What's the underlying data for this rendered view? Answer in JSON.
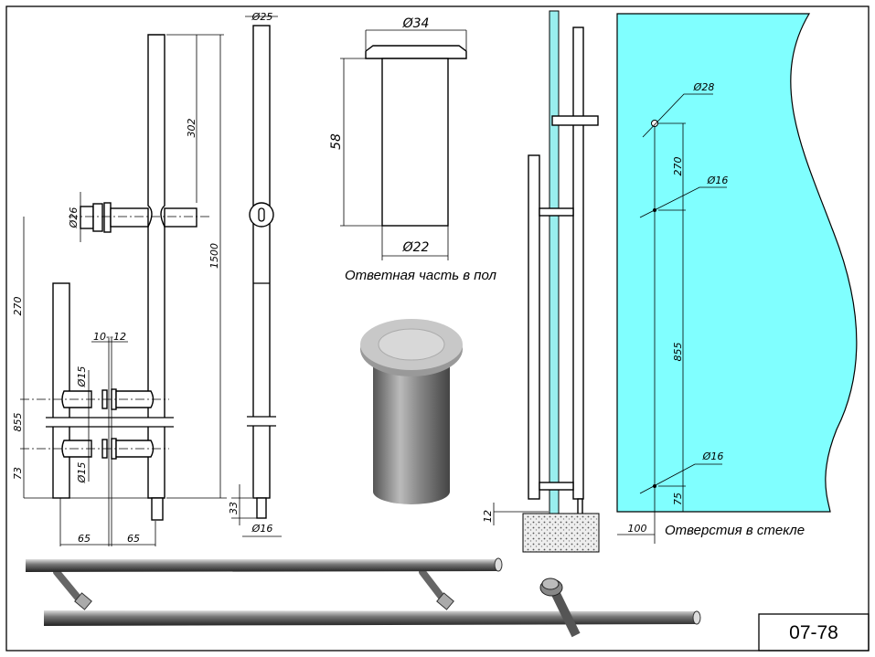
{
  "sheet": {
    "code": "07-78"
  },
  "handle_front_view": {
    "dims": {
      "top_length": "302",
      "total_length": "1500",
      "mount_diameter": "Ø26",
      "offset_270": "270",
      "spacing_855": "855",
      "bottom_73": "73",
      "gap_range": "10--12",
      "bolt_diameter_upper": "Ø15",
      "bolt_diameter_lower": "Ø15",
      "stand_off_left": "65",
      "stand_off_right": "65"
    }
  },
  "handle_side_view": {
    "dims": {
      "rod_diameter": "Ø25",
      "pin_length": "33",
      "pin_diameter": "Ø16"
    }
  },
  "floor_socket": {
    "caption": "Ответная часть в пол",
    "dims": {
      "flange_diameter": "Ø34",
      "height": "58",
      "tube_diameter": "Ø22"
    }
  },
  "installation_view": {
    "dims": {
      "floor_gap": "12"
    }
  },
  "glass_holes": {
    "caption": "Отверстия в стекле",
    "fill_color": "#80ffff",
    "dims": {
      "top_hole": "Ø28",
      "mid_hole": "Ø16",
      "bottom_hole": "Ø16",
      "spacing_270": "270",
      "spacing_855": "855",
      "bottom_75": "75",
      "edge_100": "100"
    }
  }
}
